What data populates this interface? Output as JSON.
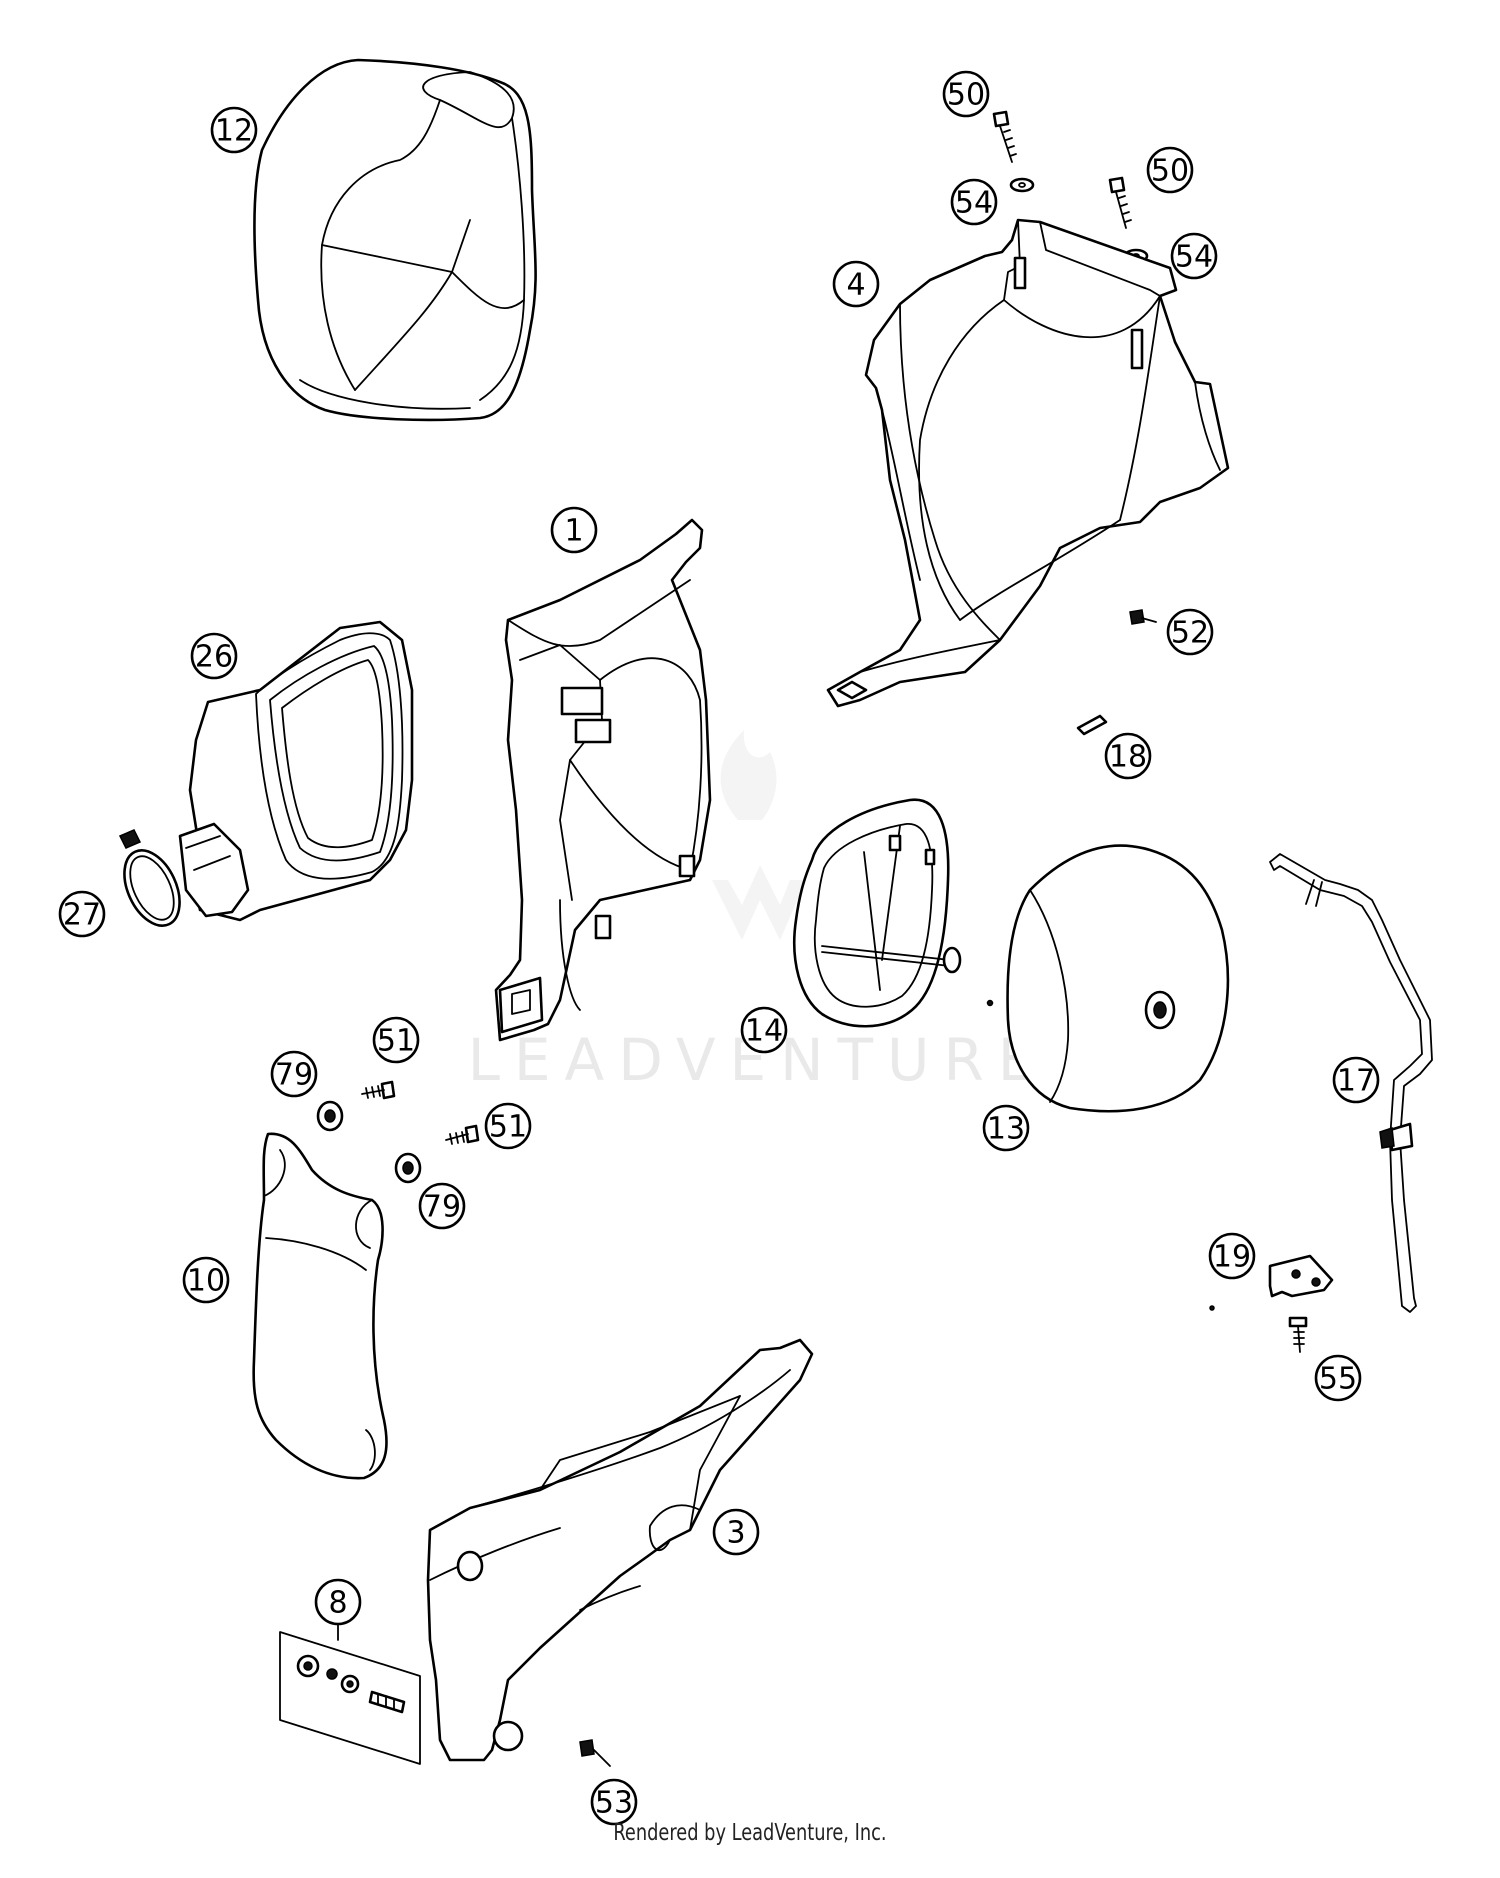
{
  "watermark": {
    "text": "LEADVENTURE"
  },
  "footer": {
    "text": "Rendered by LeadVenture, Inc."
  },
  "callouts": [
    {
      "id": "c12",
      "label": "12"
    },
    {
      "id": "c50a",
      "label": "50"
    },
    {
      "id": "c54a",
      "label": "54"
    },
    {
      "id": "c50b",
      "label": "50"
    },
    {
      "id": "c54b",
      "label": "54"
    },
    {
      "id": "c4",
      "label": "4"
    },
    {
      "id": "c1",
      "label": "1"
    },
    {
      "id": "c26",
      "label": "26"
    },
    {
      "id": "c52",
      "label": "52"
    },
    {
      "id": "c18",
      "label": "18"
    },
    {
      "id": "c27",
      "label": "27"
    },
    {
      "id": "c14",
      "label": "14"
    },
    {
      "id": "c13",
      "label": "13"
    },
    {
      "id": "c17",
      "label": "17"
    },
    {
      "id": "c79a",
      "label": "79"
    },
    {
      "id": "c51a",
      "label": "51"
    },
    {
      "id": "c51b",
      "label": "51"
    },
    {
      "id": "c79b",
      "label": "79"
    },
    {
      "id": "c10",
      "label": "10"
    },
    {
      "id": "c19",
      "label": "19"
    },
    {
      "id": "c55",
      "label": "55"
    },
    {
      "id": "c3",
      "label": "3"
    },
    {
      "id": "c8",
      "label": "8"
    },
    {
      "id": "c53",
      "label": "53"
    }
  ]
}
